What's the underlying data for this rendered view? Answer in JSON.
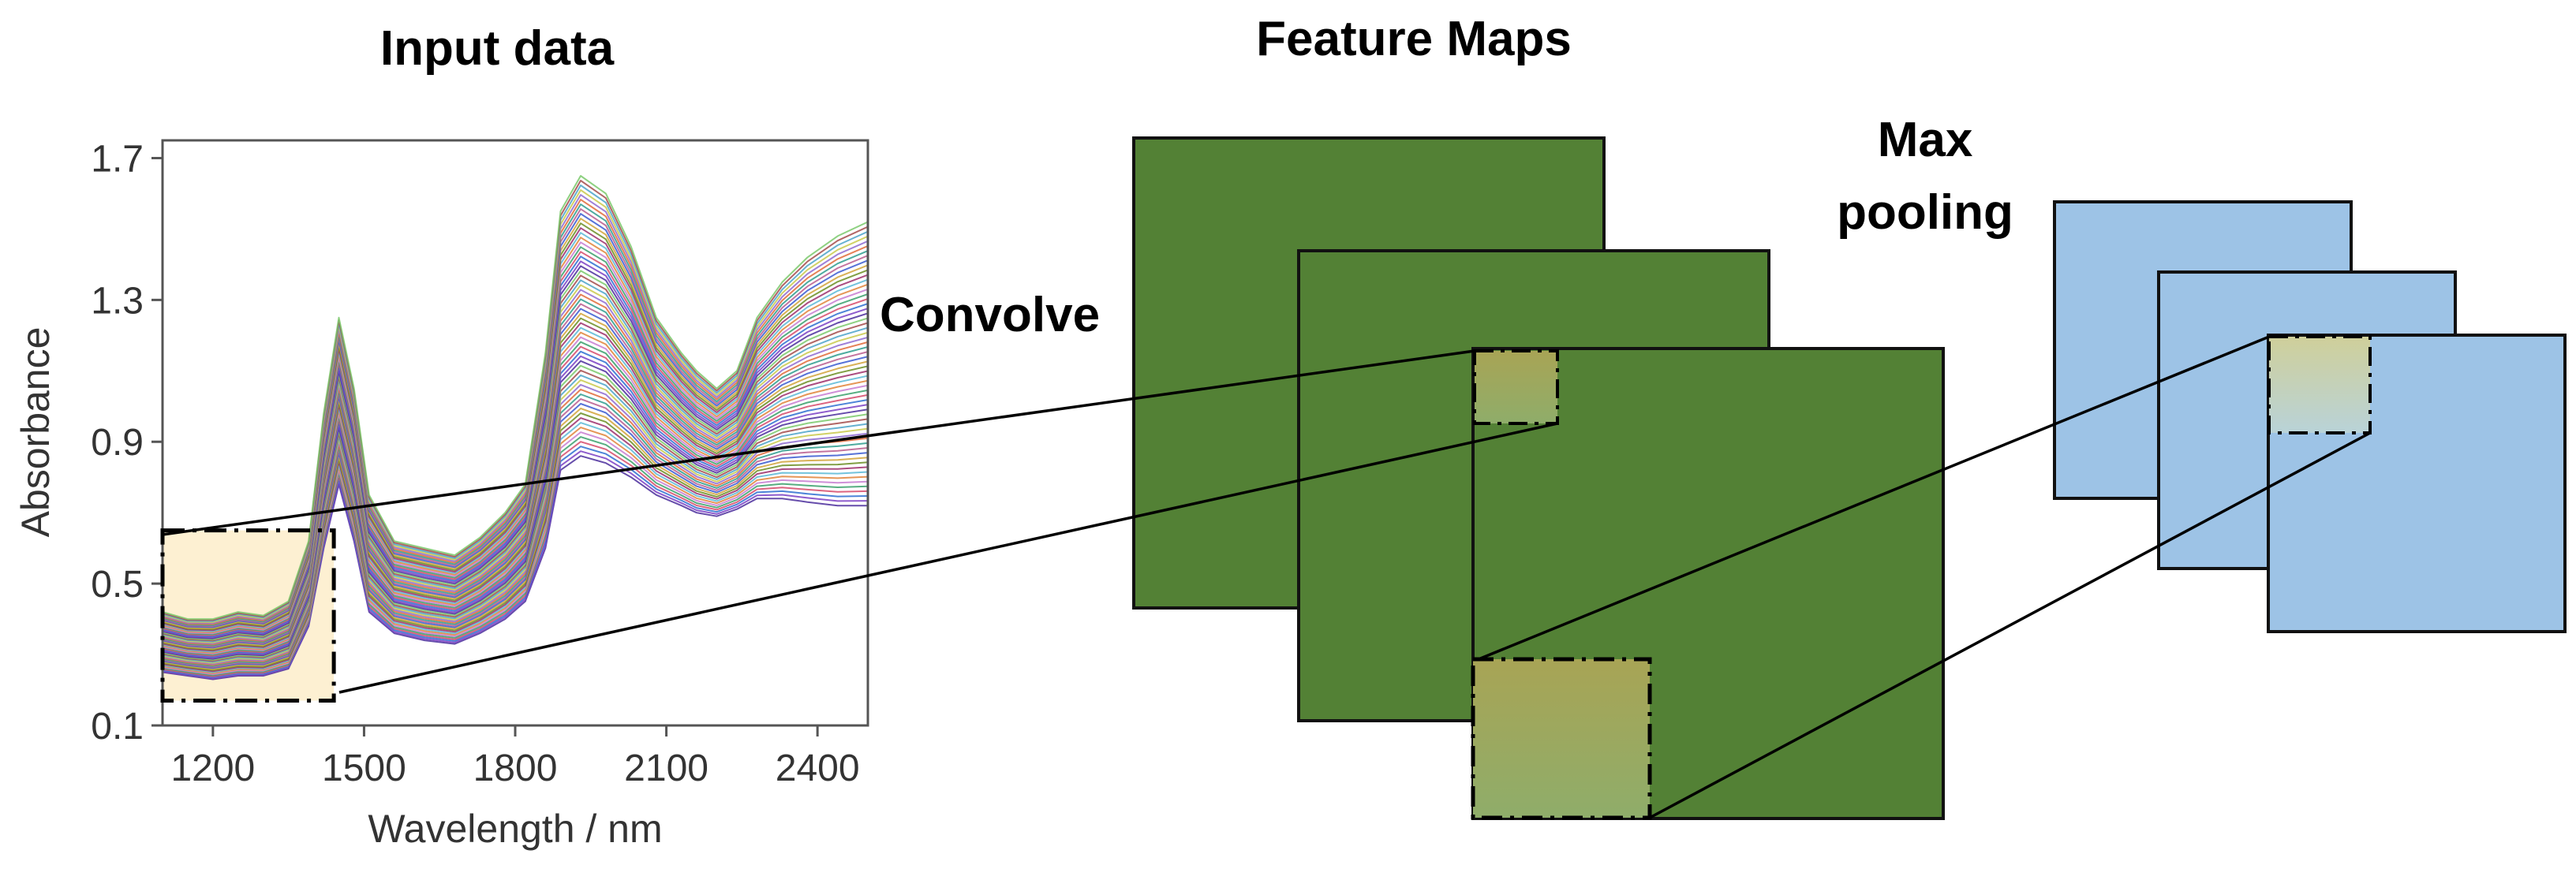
{
  "titles": {
    "input": "Input data",
    "feature_maps": "Feature Maps",
    "convolve": "Convolve",
    "max_pooling_line1": "Max",
    "max_pooling_line2": "pooling"
  },
  "colors": {
    "feature_map": "#538135",
    "pool_map": "#9dc3e6",
    "input_window": "#fdf0d2",
    "kernel_top": "#a8a455",
    "kernel_bottom": "#8fad6a",
    "pool_window_top": "#cfcf9a",
    "pool_window_bottom": "#b9d3d8"
  },
  "chart_data": {
    "type": "line",
    "xlabel": "Wavelength / nm",
    "ylabel": "Absorbance",
    "xlim": [
      1100,
      2500
    ],
    "ylim": [
      0.1,
      1.75
    ],
    "xticks": [
      1200,
      1500,
      1800,
      2100,
      2400
    ],
    "yticks": [
      0.1,
      0.5,
      0.9,
      1.3,
      1.7
    ],
    "x": [
      1100,
      1150,
      1200,
      1250,
      1300,
      1350,
      1390,
      1420,
      1450,
      1480,
      1510,
      1560,
      1620,
      1680,
      1730,
      1780,
      1820,
      1860,
      1890,
      1930,
      1980,
      2030,
      2080,
      2130,
      2160,
      2200,
      2240,
      2280,
      2330,
      2380,
      2440,
      2500
    ],
    "envelope": {
      "upper": [
        0.42,
        0.4,
        0.4,
        0.42,
        0.41,
        0.45,
        0.62,
        0.98,
        1.25,
        1.05,
        0.75,
        0.62,
        0.6,
        0.58,
        0.63,
        0.7,
        0.78,
        1.15,
        1.55,
        1.65,
        1.6,
        1.45,
        1.25,
        1.15,
        1.1,
        1.05,
        1.1,
        1.25,
        1.35,
        1.42,
        1.48,
        1.52
      ],
      "lower": [
        0.25,
        0.24,
        0.23,
        0.24,
        0.24,
        0.26,
        0.38,
        0.6,
        0.78,
        0.62,
        0.42,
        0.36,
        0.34,
        0.33,
        0.36,
        0.4,
        0.45,
        0.6,
        0.82,
        0.86,
        0.84,
        0.8,
        0.75,
        0.72,
        0.7,
        0.69,
        0.71,
        0.74,
        0.74,
        0.73,
        0.72,
        0.72
      ]
    },
    "series_count": 60,
    "series_colors": [
      "#4b2e9c",
      "#7a3fc4",
      "#2e6fd1",
      "#d64a6b",
      "#3aa06b",
      "#c77dd1",
      "#e0843a",
      "#5bb8d6",
      "#9c2e6b",
      "#6b8e23",
      "#d1a33a",
      "#3a5bd1",
      "#b85c8e",
      "#2e9c8e",
      "#e06b3a",
      "#8e6bd1",
      "#c9c94b",
      "#4ba3c9",
      "#a34b4b",
      "#7ac96b"
    ],
    "input_window": {
      "x": [
        1100,
        1440
      ],
      "y": [
        0.17,
        0.65
      ]
    }
  }
}
